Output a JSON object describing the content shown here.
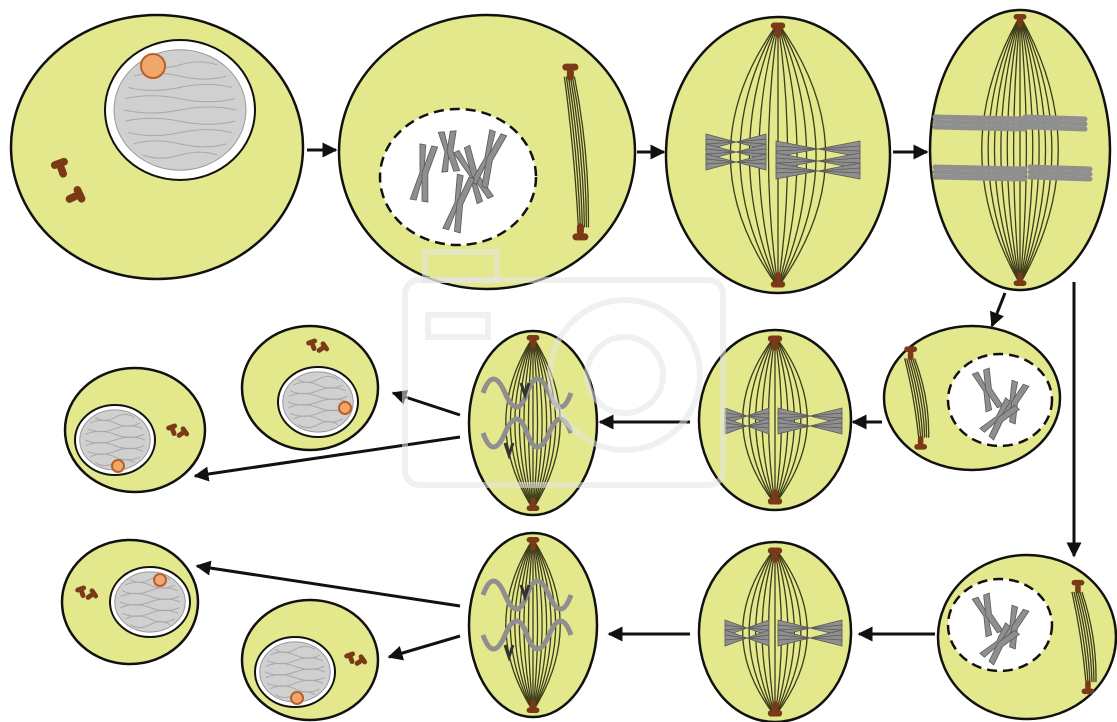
{
  "colors": {
    "cytoplasm": "#e4e88c",
    "nucleolus": "#f0a76b",
    "chromosome": "#8f8f8f",
    "centrosome": "#7a3a18",
    "outline": "#111111"
  },
  "stages": [
    {
      "id": "interphase",
      "kind": "interphase"
    },
    {
      "id": "prophase-1",
      "kind": "prophase"
    },
    {
      "id": "metaphase-1",
      "kind": "metaphase"
    },
    {
      "id": "anaphase-1",
      "kind": "anaphase"
    },
    {
      "id": "prophase-2a",
      "kind": "prophase"
    },
    {
      "id": "metaphase-2a",
      "kind": "metaphase"
    },
    {
      "id": "anaphase-2a",
      "kind": "anaphase"
    },
    {
      "id": "daughter-1",
      "kind": "daughter"
    },
    {
      "id": "daughter-2",
      "kind": "daughter"
    },
    {
      "id": "prophase-2b",
      "kind": "prophase"
    },
    {
      "id": "metaphase-2b",
      "kind": "metaphase"
    },
    {
      "id": "anaphase-2b",
      "kind": "anaphase"
    },
    {
      "id": "daughter-3",
      "kind": "daughter"
    },
    {
      "id": "daughter-4",
      "kind": "daughter"
    }
  ],
  "arrows": [
    {
      "from": "interphase",
      "to": "prophase-1"
    },
    {
      "from": "prophase-1",
      "to": "metaphase-1"
    },
    {
      "from": "metaphase-1",
      "to": "anaphase-1"
    },
    {
      "from": "anaphase-1",
      "to": "prophase-2a"
    },
    {
      "from": "anaphase-1",
      "to": "prophase-2b"
    },
    {
      "from": "prophase-2a",
      "to": "metaphase-2a"
    },
    {
      "from": "metaphase-2a",
      "to": "anaphase-2a"
    },
    {
      "from": "anaphase-2a",
      "to": "daughter-1"
    },
    {
      "from": "anaphase-2a",
      "to": "daughter-2"
    },
    {
      "from": "prophase-2b",
      "to": "metaphase-2b"
    },
    {
      "from": "metaphase-2b",
      "to": "anaphase-2b"
    },
    {
      "from": "anaphase-2b",
      "to": "daughter-3"
    },
    {
      "from": "anaphase-2b",
      "to": "daughter-4"
    }
  ],
  "watermark": {
    "kind": "copyright-watermark"
  }
}
